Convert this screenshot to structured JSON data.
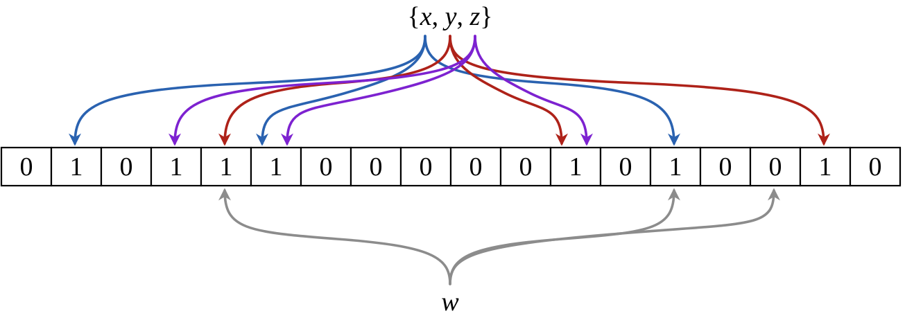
{
  "title_set": {
    "open": "{",
    "items": [
      "x",
      "y",
      "z"
    ],
    "close": "}"
  },
  "bits": [
    0,
    1,
    0,
    1,
    1,
    1,
    0,
    0,
    0,
    0,
    0,
    1,
    0,
    1,
    0,
    0,
    1,
    0
  ],
  "query_label": "w",
  "colors": {
    "x": "#2A62B0",
    "y": "#AE2219",
    "z": "#7D22D0",
    "w": "#8C8C8C",
    "cell_border": "#000000"
  },
  "hash_mappings": [
    {
      "element": "x",
      "targets": [
        1,
        5,
        13
      ]
    },
    {
      "element": "y",
      "targets": [
        4,
        11,
        16
      ]
    },
    {
      "element": "z",
      "targets": [
        3,
        5,
        11
      ]
    }
  ],
  "query_mapping": {
    "element": "w",
    "targets": [
      4,
      13,
      15
    ]
  }
}
